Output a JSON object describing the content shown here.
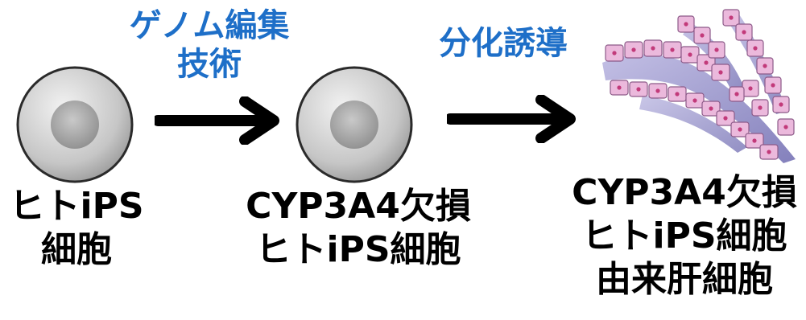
{
  "colors": {
    "process_text": "#1e6fc8",
    "label_text": "#000000",
    "arrow": "#000000",
    "cell_outer": "#bdbdbd",
    "cell_nucleus": "#9e9e9e",
    "tissue_pink": "#e8b4d8",
    "tissue_purple": "#8a86c8"
  },
  "nodes": [
    {
      "label_lines": [
        "ヒトiPS",
        "細胞"
      ],
      "icon": "round-cell-icon"
    },
    {
      "label_lines": [
        "CYP3A4欠損",
        "ヒトiPS細胞"
      ],
      "icon": "round-cell-icon"
    },
    {
      "label_lines": [
        "CYP3A4欠損",
        "ヒトiPS細胞",
        "由来肝細胞"
      ],
      "icon": "hepatocyte-tissue-icon"
    }
  ],
  "steps": [
    {
      "label_lines": [
        "ゲノム編集",
        "技術"
      ],
      "icon": "right-arrow-icon"
    },
    {
      "label_lines": [
        "分化誘導"
      ],
      "icon": "right-arrow-icon"
    }
  ]
}
